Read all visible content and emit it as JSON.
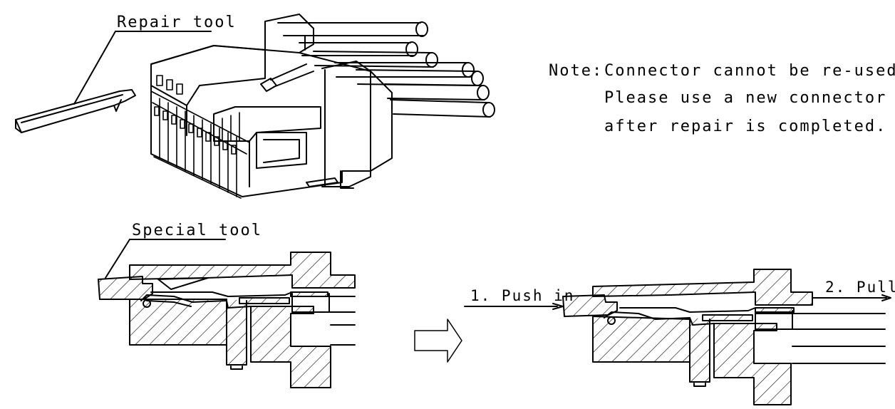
{
  "labels": {
    "repair_tool": "Repair tool",
    "special_tool": "Special tool",
    "push_in": "1. Push in",
    "pull": "2. Pull"
  },
  "note": {
    "prefix": "Note:",
    "line1": "Connector cannot be re-used.",
    "line2": "Please use a new connector",
    "line3": "after repair is completed."
  },
  "colors": {
    "line": "#000000",
    "background": "#ffffff"
  }
}
